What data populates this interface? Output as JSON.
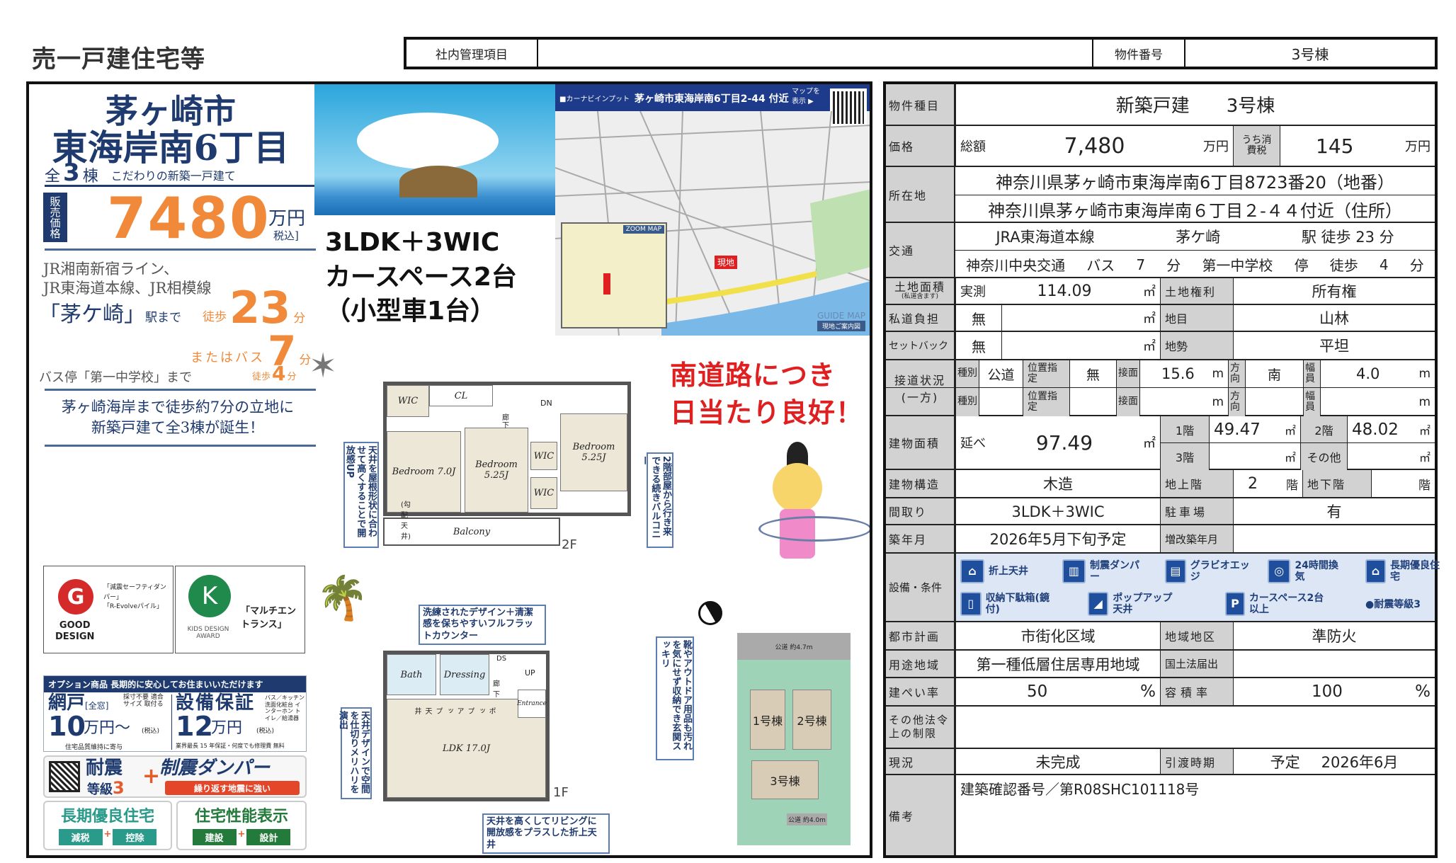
{
  "header": {
    "doc_title": "売一戸建住宅等",
    "mgmt_label": "社内管理項目",
    "mgmt_value": "",
    "prop_no_label": "物件番号",
    "prop_no_value": "3号棟"
  },
  "flyer": {
    "city": "茅ヶ崎市",
    "area": "東海岸南6丁目",
    "units_prefix": "全",
    "units_count": "3",
    "units_suffix": "棟",
    "tagline": "こだわりの新築一戸建て",
    "price_label": "販売価格",
    "price": "7480",
    "price_unit": "万円",
    "price_tax": "税込]",
    "lines": [
      "JR湘南新宿ライン、",
      "JR東海道本線、JR相模線"
    ],
    "station": "「茅ケ崎」",
    "station_suffix": "駅まで",
    "walk_label": "徒歩",
    "walk_min": "23",
    "min_unit": "分",
    "bus_label": "またはバス",
    "bus_min": "7",
    "bus_stop": "バス停「第一中学校」まで",
    "stop_walk_label": "徒歩",
    "stop_walk_min": "4",
    "catch": [
      "茅ヶ崎海岸まで徒歩約7分の立地に",
      "新築戸建て全3棟が誕生！"
    ],
    "awards": {
      "good_design": [
        "GOOD",
        "DESIGN"
      ],
      "gd_items": [
        "「減震セーフティダンパー」",
        "「R-Evolveパイル」"
      ],
      "kids": [
        "KIDS DESIGN",
        "AWARD"
      ],
      "kids_item": "「マルチエントランス」"
    },
    "option": {
      "banner": "オプション商品 長期的に安心してお住まいいただけます",
      "screen": "網戸",
      "screen_sub": "[全窓]",
      "screen_note": "採寸不要 適合サイズ 取付る",
      "screen_price": "10",
      "screen_unit": "万円〜",
      "tax": "(税込)",
      "screen_foot": "住宅品質維持に寄与",
      "warranty": "設備保証",
      "warranty_note": "バス／キッチン 洗面化粧台 インターホン トイレ／給湯器",
      "warranty_price": "12",
      "warranty_unit": "万円",
      "warranty_foot": "業界最長 15 年保証・何度でも修理費 無料"
    },
    "quake": {
      "a": "耐震",
      "grade": "等級",
      "grade_n": "3",
      "plus": "+",
      "b": "制震ダンパー",
      "b_sub": "繰り返す地震に強い"
    },
    "badges": [
      {
        "title": "長期優良住宅",
        "l": "減税",
        "r": "控除"
      },
      {
        "title": "住宅性能表示",
        "l": "建設",
        "r": "設計"
      }
    ],
    "layout_lines": [
      "3LDK＋3WIC",
      "カースペース2台",
      "（小型車1台）"
    ],
    "south": [
      "南道路につき",
      "日当たり良好！"
    ],
    "map": {
      "header_prefix": "■カーナビインプット",
      "header_address": "茅ヶ崎市東海岸南6丁目2-44 付近",
      "show_map": "マップを表示 ▶",
      "zoom_label": "ZOOM MAP",
      "guide_label": "GUIDE MAP",
      "guide_sub": "現地ご案内図",
      "site_label": "現地"
    },
    "plan2f": {
      "floor": "2F",
      "rooms": [
        "WIC",
        "CL",
        "Bedroom 7.0J",
        "Bedroom 5.25J",
        "Bedroom 5.25J",
        "WIC",
        "WIC",
        "Balcony",
        "DN",
        "廊下",
        "(勾配天井)"
      ],
      "call_left": "天井を屋根形状に合わせて高くすることで開放感UP",
      "call_right": "2階部屋から行き来できる続きバルコニー"
    },
    "plan1f": {
      "floor": "1F",
      "rooms": [
        "Bath",
        "Dressing",
        "LDK 17.0J",
        "Entrance",
        "UP",
        "廊下",
        "DS",
        "ポップアップ天井"
      ],
      "call_top": "洗練されたデザイン＋清潔感を保ちやすいフルフラットカウンター",
      "call_right": "靴やアウトドア用品も汚れを気にせず収納でき玄関スッキリ",
      "call_left": "天井デザインで空間を仕切りメリハリを演出",
      "call_bottom": "天井を高くしてリビングに開放感をプラスした折上天井"
    },
    "site": {
      "lots": [
        "1号棟",
        "2号棟",
        "3号棟"
      ],
      "road_top": "公道 約4.7m",
      "road_bottom": "公道 約4.0m"
    }
  },
  "table": {
    "type": {
      "label": "物件種目",
      "value": "新築戸建　　3号棟"
    },
    "price": {
      "label": "価格",
      "total_label": "総額",
      "total": "7,480",
      "unit": "万円",
      "tax_label": "うち消費税",
      "tax": "145"
    },
    "location": {
      "label": "所在地",
      "lot": "神奈川県茅ヶ崎市東海岸南6丁目8723番20（地番）",
      "address": "神奈川県茅ヶ崎市東海岸南６丁目２-４４付近（住所）"
    },
    "transit": {
      "label": "交通",
      "line": "JRA東海道本線",
      "station": "茅ケ崎",
      "eki": "駅",
      "walk": "徒歩",
      "walk_min": "23",
      "min": "分",
      "bus_co": "神奈川中央交通",
      "bus": "バス",
      "bus_min": "7",
      "stop": "第一中学校",
      "stop_suffix": "停"
    },
    "land": {
      "label": "土地面積",
      "label_sub": "(私道含ます)",
      "kind": "実測",
      "value": "114.09",
      "unit": "㎡",
      "right_label": "土地権利",
      "right": "所有権"
    },
    "private_road": {
      "label": "私道負担",
      "value": "無",
      "unit": "㎡",
      "right_label": "地目",
      "right": "山林"
    },
    "setback": {
      "label": "セットバック",
      "value": "無",
      "unit": "㎡",
      "right_label": "地勢",
      "right": "平坦"
    },
    "road": {
      "label": "接道状況",
      "label_sub": "(一方)",
      "kind_label": "種別",
      "kind": "公道",
      "designated_label": "位置指定",
      "designated": "無",
      "frontage_label": "接面",
      "frontage": "15.6",
      "m": "m",
      "dir_label": "方向",
      "dir": "南",
      "width_label": "幅員",
      "width": "4.0"
    },
    "building_area": {
      "label": "建物面積",
      "total_label": "延べ",
      "total": "97.49",
      "unit": "㎡",
      "f1_label": "1階",
      "f1": "49.47",
      "f2_label": "2階",
      "f2": "48.02",
      "f3_label": "3階",
      "other_label": "その他"
    },
    "structure": {
      "label": "建物構造",
      "value": "木造",
      "above_label": "地上階",
      "above": "2",
      "kai": "階",
      "below_label": "地下階"
    },
    "layout": {
      "label": "間取り",
      "value": "3LDK＋3WIC",
      "parking_label": "駐車場",
      "parking": "有"
    },
    "built": {
      "label": "築年月",
      "value": "2026年5月下旬予定",
      "renov_label": "増改築年月"
    },
    "features": {
      "label": "設備・条件",
      "items": [
        {
          "icon": "raised-ceiling-icon",
          "text": "折上天井"
        },
        {
          "icon": "damper-icon",
          "text": "制震ダンパー"
        },
        {
          "icon": "graviо-edge-icon",
          "text": "グラビオエッジ"
        },
        {
          "icon": "ventilation-icon",
          "text": "24時間換気"
        },
        {
          "icon": "long-life-house-icon",
          "text": "長期優良住宅"
        },
        {
          "icon": "shoe-storage-icon",
          "text": "収納下駄箱(鏡付)"
        },
        {
          "icon": "popup-ceiling-icon",
          "text": "ポップアップ天井"
        },
        {
          "icon": "parking-icon",
          "text": "カースペース2台以上"
        },
        {
          "icon": "bullet",
          "text": "●耐震等級3"
        }
      ]
    },
    "city_plan": {
      "label": "都市計画",
      "value": "市街化区域",
      "zone_label": "地域地区",
      "zone": "準防火"
    },
    "use_zone": {
      "label": "用途地域",
      "value": "第一種低層住居専用地域",
      "notice_label": "国土法届出"
    },
    "coverage": {
      "label": "建ぺい率",
      "value": "50",
      "pct": "%",
      "far_label": "容積率",
      "far": "100"
    },
    "other_law": {
      "label": "その他法令上の制限"
    },
    "status": {
      "label": "現況",
      "value": "未完成",
      "handover_label": "引渡時期",
      "handover_plan": "予定",
      "handover": "2026年6月"
    },
    "remarks": {
      "label": "備考",
      "value": "建築確認番号／第R08SHC101118号"
    }
  },
  "colors": {
    "navy": "#1e3a6e",
    "orange": "#f08a3a",
    "red": "#e02020",
    "label_gray": "#d2d2d2",
    "feature_bg": "#dce6f5"
  }
}
